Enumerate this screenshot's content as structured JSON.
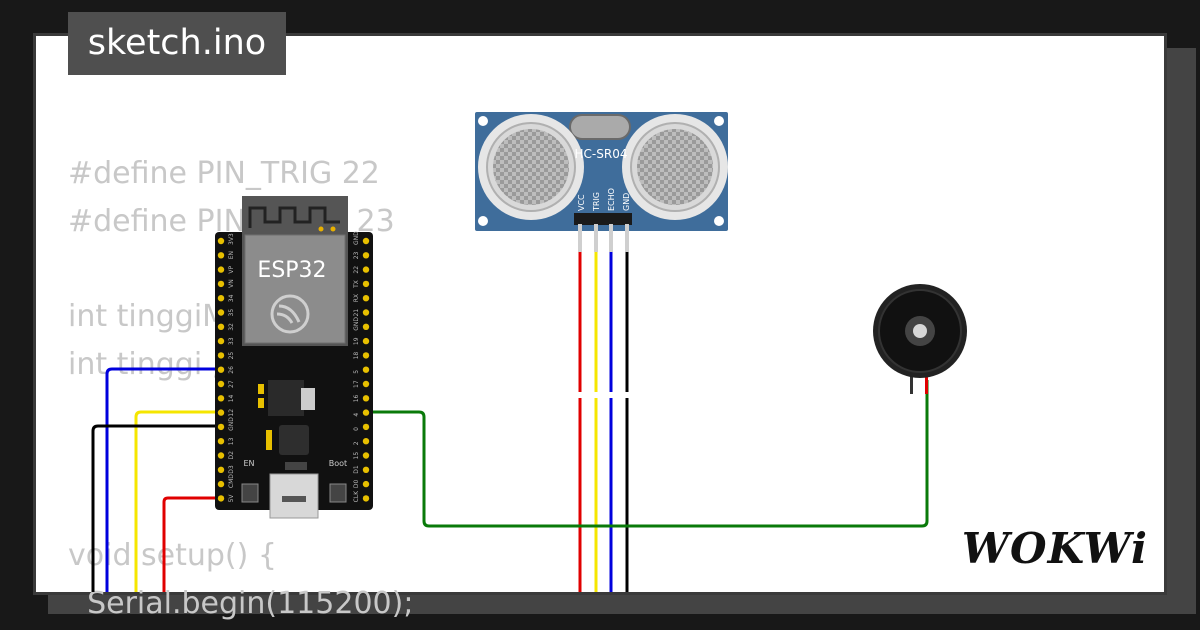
{
  "title": "sketch.ino",
  "brand": "WOKWi",
  "code_lines": [
    "#define PIN_TRIG 22",
    "#define PIN_ECHO 23",
    "",
    "int tinggiMax;",
    "int tinggi ;",
    "",
    "",
    "",
    "void setup() {",
    "  Serial.begin(115200);"
  ],
  "esp32": {
    "label": "ESP32",
    "en_label": "EN",
    "boot_label": "Boot",
    "left_pins": [
      "3V3",
      "EN",
      "VP",
      "VN",
      "34",
      "35",
      "32",
      "33",
      "25",
      "26",
      "27",
      "14",
      "12",
      "GND",
      "13",
      "D2",
      "D3",
      "CMD",
      "5V"
    ],
    "right_pins": [
      "GND",
      "23",
      "22",
      "TX",
      "RX",
      "21",
      "GND",
      "19",
      "18",
      "5",
      "17",
      "16",
      "4",
      "0",
      "2",
      "15",
      "D1",
      "D0",
      "CLK"
    ]
  },
  "sensor": {
    "label": "HC-SR04",
    "pins": [
      "VCC",
      "TRIG",
      "ECHO",
      "GND"
    ]
  },
  "colors": {
    "wire_red": "#e00000",
    "wire_yellow": "#f5e600",
    "wire_blue": "#0000dd",
    "wire_black": "#000000",
    "wire_green": "#0a7a0a",
    "sensor_board": "#3f6d9b",
    "esp_board": "#111111"
  }
}
